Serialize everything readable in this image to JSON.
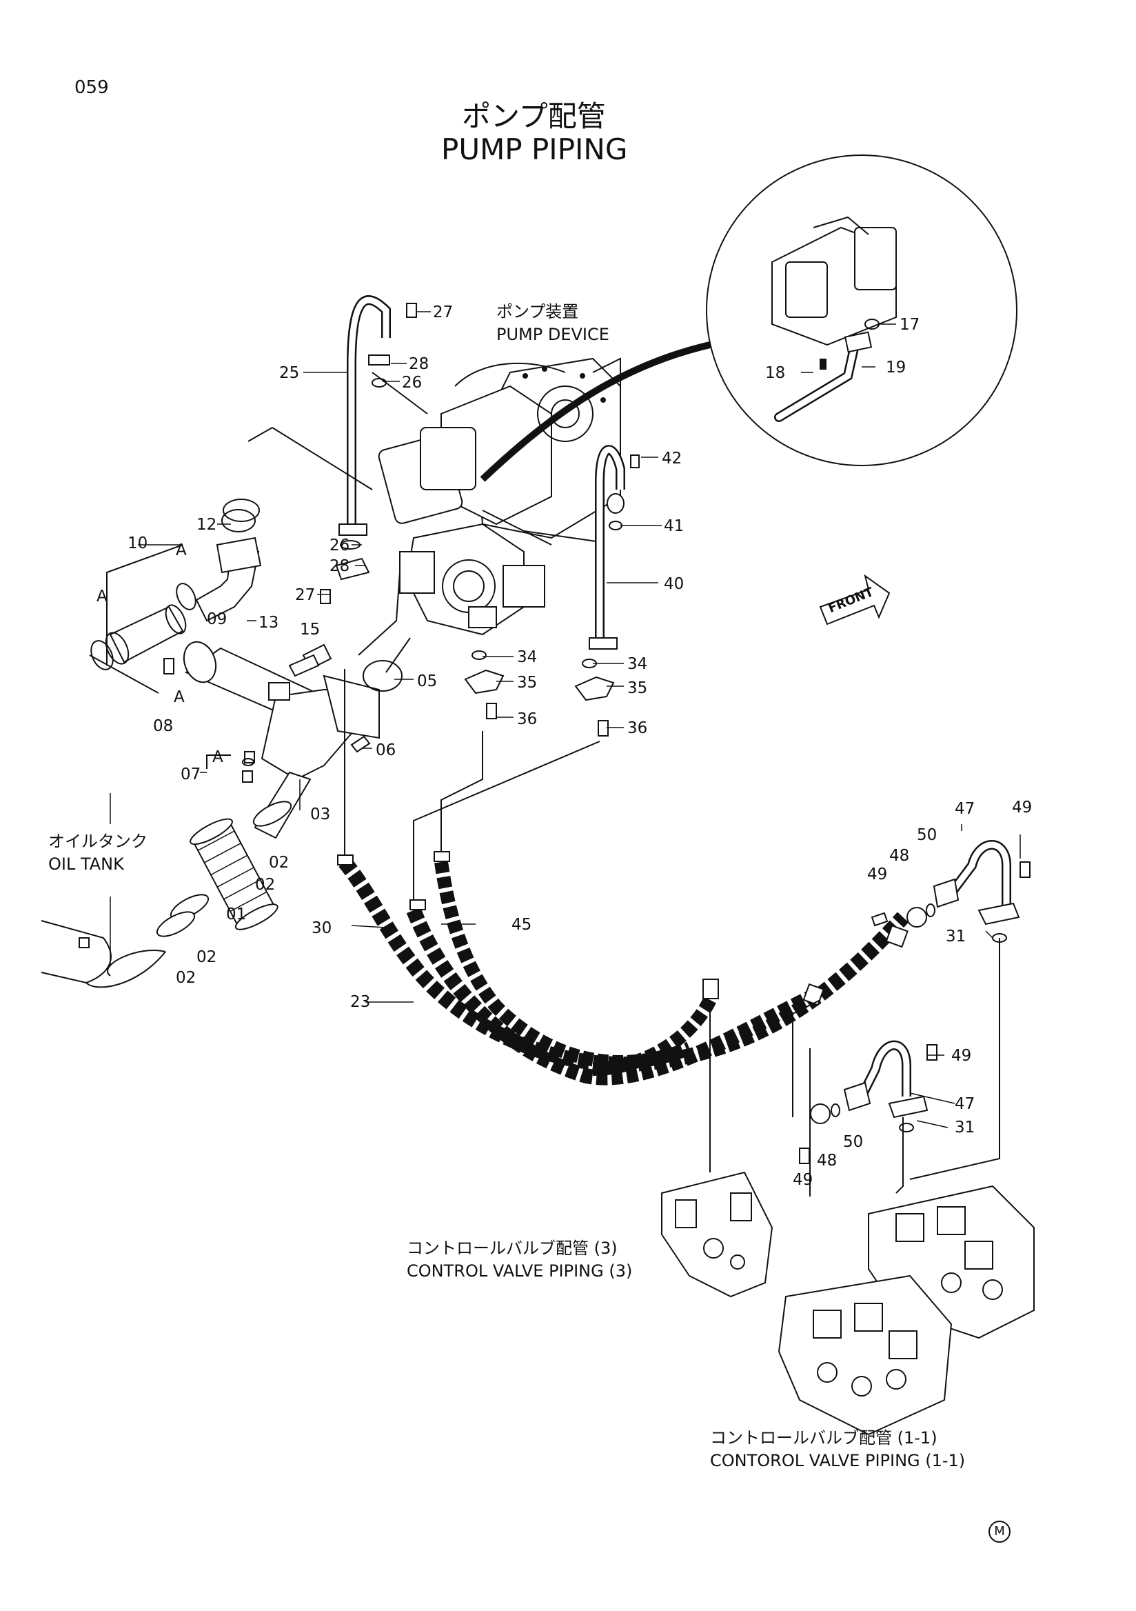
{
  "page_number": "059",
  "title_jp": "ポンプ配管",
  "title_en": "PUMP PIPING",
  "labels": {
    "pump_device_jp": "ポンプ装置",
    "pump_device_en": "PUMP DEVICE",
    "oil_tank_jp": "オイルタンク",
    "oil_tank_en": "OIL TANK",
    "cv3_jp": "コントロールバルブ配管 (3)",
    "cv3_en": "CONTROL VALVE PIPING (3)",
    "cv11_jp": "コントロールバルブ配管 (1-1)",
    "cv11_en": "CONTOROL VALVE PIPING (1-1)",
    "front": "FRONT",
    "mark": "M"
  },
  "part_numbers": [
    "27",
    "28",
    "26",
    "25",
    "42",
    "41",
    "40",
    "17",
    "19",
    "18",
    "12",
    "10",
    "26",
    "28",
    "27",
    "09",
    "13",
    "15",
    "05",
    "34",
    "35",
    "36",
    "34",
    "35",
    "36",
    "08",
    "06",
    "07",
    "03",
    "02",
    "02",
    "01",
    "02",
    "02",
    "30",
    "45",
    "23",
    "47",
    "49",
    "50",
    "48",
    "49",
    "31",
    "49",
    "47",
    "50",
    "48",
    "49",
    "31"
  ],
  "ref_letters": [
    "A",
    "A",
    "A",
    "A"
  ]
}
